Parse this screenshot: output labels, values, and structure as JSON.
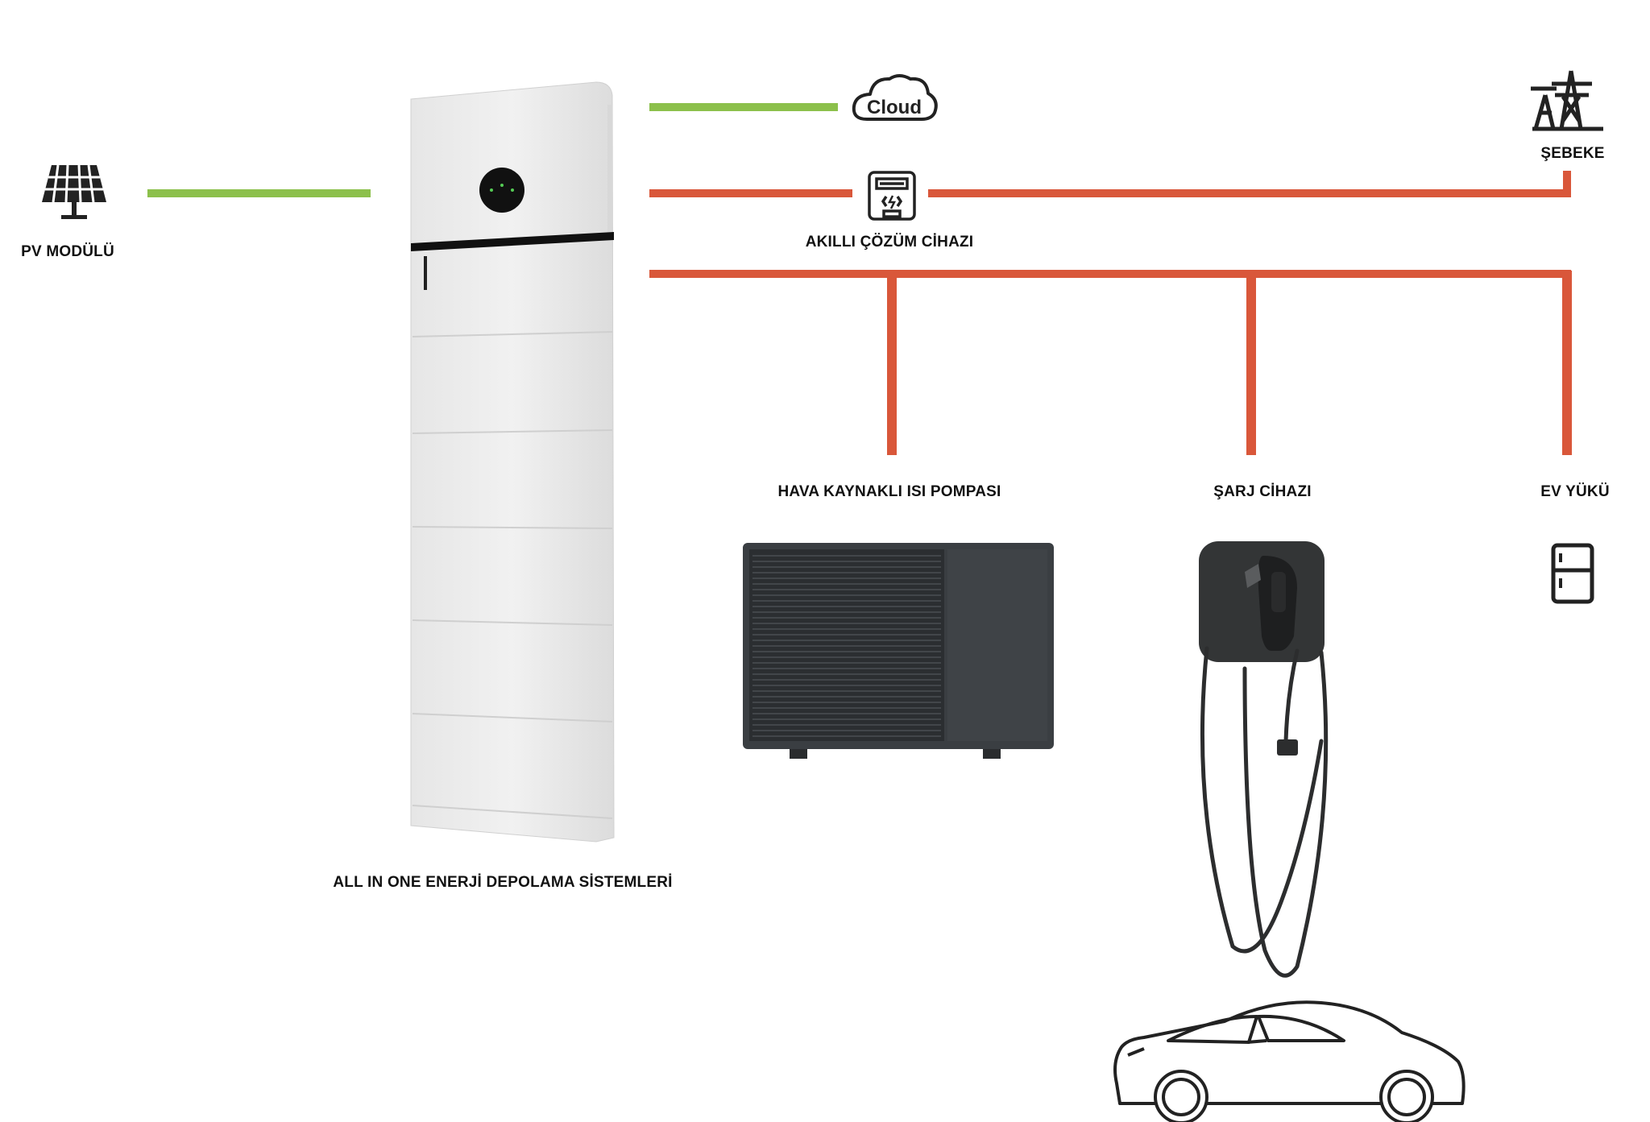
{
  "colors": {
    "data_line": "#8cc04b",
    "power_line": "#d9573a",
    "icon": "#222222",
    "cabinet": "#ededed",
    "heat_pump": "#3a3e42",
    "charger": "#333536"
  },
  "icons": {
    "pv": "solar-panel-icon",
    "cloud": "cloud-icon",
    "meter": "smart-meter-icon",
    "grid": "transmission-tower-icon",
    "load": "refrigerator-icon",
    "car": "car-icon"
  },
  "labels": {
    "pv_module": "PV MODÜLÜ",
    "storage_system": "ALL IN ONE ENERJİ DEPOLAMA SİSTEMLERİ",
    "cloud": "Cloud",
    "smart_device": "AKILLI ÇÖZÜM CİHAZI",
    "grid": "ŞEBEKE",
    "heat_pump": "HAVA KAYNAKLI ISI POMPASI",
    "charger": "ŞARJ CİHAZI",
    "home_load": "EV YÜKÜ"
  }
}
